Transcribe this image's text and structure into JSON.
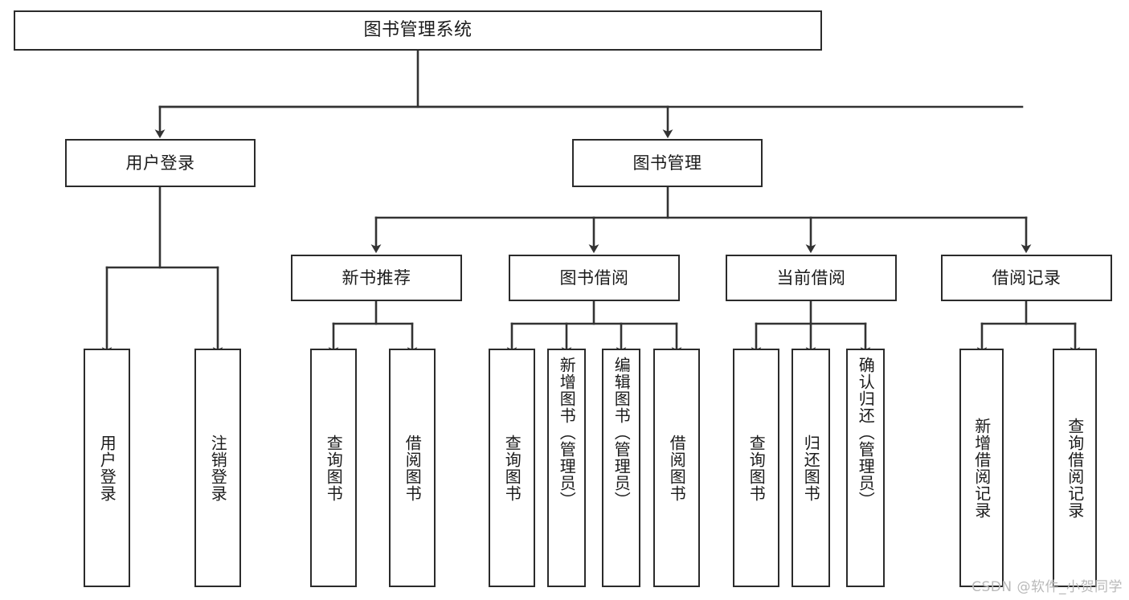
{
  "diagram": {
    "type": "tree",
    "title": "图书管理系统",
    "watermark": "CSDN @软件_小贺同学",
    "colors": {
      "box_border": "#2b2b2b",
      "box_fill": "#ffffff",
      "edge": "#333333",
      "text": "#1b1b1b",
      "watermark": "#b9b9b9",
      "background": "#ffffff"
    },
    "nodes": {
      "root": {
        "label": "图书管理系统"
      },
      "level2": [
        {
          "id": "user-login",
          "label": "用户登录"
        },
        {
          "id": "book-manage",
          "label": "图书管理"
        }
      ],
      "level3": [
        {
          "id": "new-book-rec",
          "label": "新书推荐",
          "parent": "book-manage"
        },
        {
          "id": "book-borrow",
          "label": "图书借阅",
          "parent": "book-manage"
        },
        {
          "id": "current-borrow",
          "label": "当前借阅",
          "parent": "book-manage"
        },
        {
          "id": "borrow-record",
          "label": "借阅记录",
          "parent": "book-manage"
        }
      ],
      "leaves": [
        {
          "id": "leaf-user-login",
          "label": "用户登录",
          "parent": "user-login"
        },
        {
          "id": "leaf-logout",
          "label": "注销登录",
          "parent": "user-login"
        },
        {
          "id": "leaf-query-books-1",
          "label": "查询图书",
          "parent": "new-book-rec"
        },
        {
          "id": "leaf-borrow-books-1",
          "label": "借阅图书",
          "parent": "new-book-rec"
        },
        {
          "id": "leaf-query-books-2",
          "label": "查询图书",
          "parent": "book-borrow"
        },
        {
          "id": "leaf-add-book",
          "label": "新增图书（管理员）",
          "parent": "book-borrow"
        },
        {
          "id": "leaf-edit-book",
          "label": "编辑图书（管理员）",
          "parent": "book-borrow"
        },
        {
          "id": "leaf-borrow-books-2",
          "label": "借阅图书",
          "parent": "book-borrow"
        },
        {
          "id": "leaf-query-books-3",
          "label": "查询图书",
          "parent": "current-borrow"
        },
        {
          "id": "leaf-return-book",
          "label": "归还图书",
          "parent": "current-borrow"
        },
        {
          "id": "leaf-confirm-return",
          "label": "确认归还（管理员）",
          "parent": "current-borrow"
        },
        {
          "id": "leaf-add-record",
          "label": "新增借阅记录",
          "parent": "borrow-record"
        },
        {
          "id": "leaf-query-record",
          "label": "查询借阅记录",
          "parent": "borrow-record"
        }
      ]
    }
  }
}
